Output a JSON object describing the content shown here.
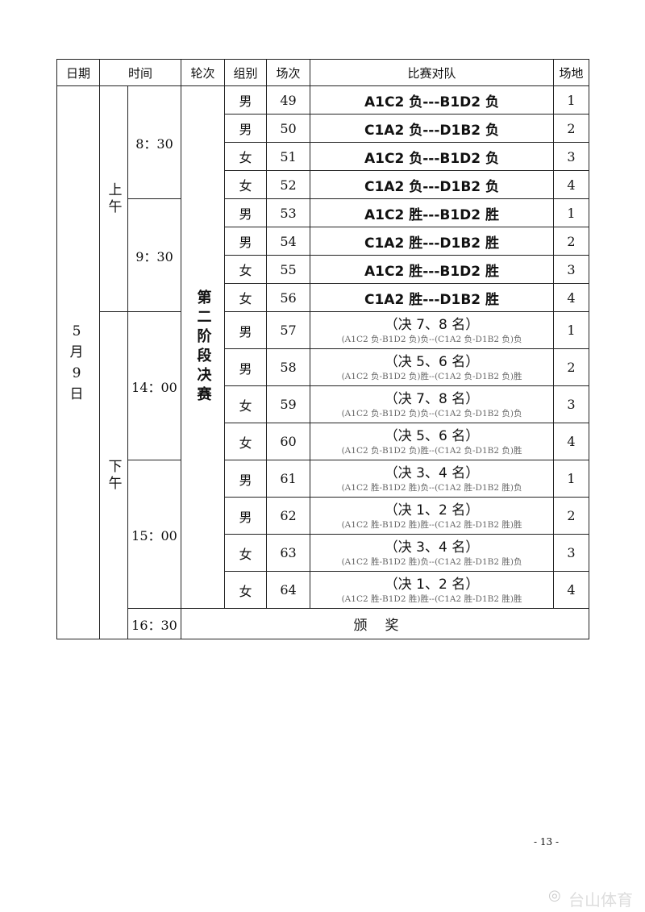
{
  "headers": [
    "日期",
    "时间",
    "轮次",
    "组别",
    "场次",
    "比赛对队",
    "场地"
  ],
  "date": "5月9日",
  "am": "上午",
  "pm": "下午",
  "times": [
    "8：30",
    "9：30",
    "14：00",
    "15：00",
    "16：30"
  ],
  "round": "第二阶段决赛",
  "matches": [
    {
      "g": "男",
      "n": "49",
      "t": "A1C2 负---B1D2 负",
      "v": "1"
    },
    {
      "g": "男",
      "n": "50",
      "t": "C1A2 负---D1B2 负",
      "v": "2"
    },
    {
      "g": "女",
      "n": "51",
      "t": "A1C2 负---B1D2 负",
      "v": "3"
    },
    {
      "g": "女",
      "n": "52",
      "t": "C1A2 负---D1B2 负",
      "v": "4"
    },
    {
      "g": "男",
      "n": "53",
      "t": "A1C2 胜---B1D2 胜",
      "v": "1"
    },
    {
      "g": "男",
      "n": "54",
      "t": "C1A2 胜---D1B2 胜",
      "v": "2"
    },
    {
      "g": "女",
      "n": "55",
      "t": "A1C2 胜---B1D2 胜",
      "v": "3"
    },
    {
      "g": "女",
      "n": "56",
      "t": "C1A2 胜---D1B2 胜",
      "v": "4"
    },
    {
      "g": "男",
      "n": "57",
      "t": "（决 7、8 名）",
      "s": "(A1C2 负-B1D2 负)负--(C1A2 负-D1B2 负)负",
      "v": "1"
    },
    {
      "g": "男",
      "n": "58",
      "t": "（决 5、6 名）",
      "s": "(A1C2 负-B1D2 负)胜--(C1A2 负-D1B2 负)胜",
      "v": "2"
    },
    {
      "g": "女",
      "n": "59",
      "t": "（决 7、8 名）",
      "s": "(A1C2 负-B1D2 负)负--(C1A2 负-D1B2 负)负",
      "v": "3"
    },
    {
      "g": "女",
      "n": "60",
      "t": "（决 5、6 名）",
      "s": "(A1C2 负-B1D2 负)胜--(C1A2 负-D1B2 负)胜",
      "v": "4"
    },
    {
      "g": "男",
      "n": "61",
      "t": "（决 3、4 名）",
      "s": "(A1C2 胜-B1D2 胜)负--(C1A2 胜-D1B2 胜)负",
      "v": "1"
    },
    {
      "g": "男",
      "n": "62",
      "t": "（决 1、2 名）",
      "s": "(A1C2 胜-B1D2 胜)胜--(C1A2 胜-D1B2 胜)胜",
      "v": "2"
    },
    {
      "g": "女",
      "n": "63",
      "t": "（决 3、4 名）",
      "s": "(A1C2 胜-B1D2 胜)负--(C1A2 胜-D1B2 胜)负",
      "v": "3"
    },
    {
      "g": "女",
      "n": "64",
      "t": "（决 1、2 名）",
      "s": "(A1C2 胜-B1D2 胜)胜--(C1A2 胜-D1B2 胜)胜",
      "v": "4"
    }
  ],
  "award": "颁奖",
  "page_number": "- 13 -",
  "watermark": "台山体育"
}
